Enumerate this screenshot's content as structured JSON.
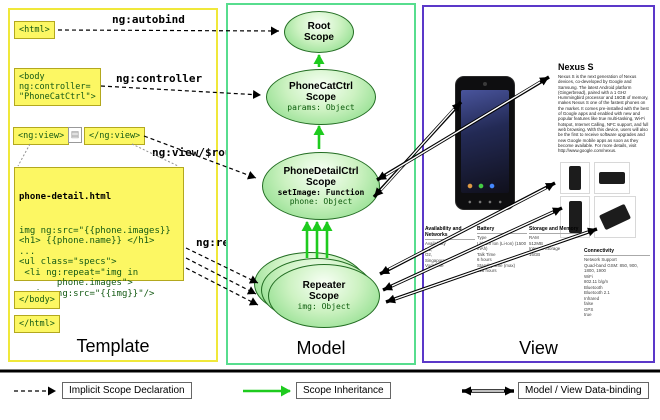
{
  "panels": {
    "template_label": "Template",
    "model_label": "Model",
    "view_label": "View"
  },
  "icons": {
    "document_icon": "▤"
  },
  "template": {
    "autobind_label": "ng:autobind",
    "controller_label": "ng:controller",
    "view_route_label": "ng:view/$route",
    "repeat_label": "ng:repeat",
    "html_open": "<html>",
    "html_close": "</html>",
    "body_open": "<body\nng:controller=\n\"PhoneCatCtrl\">",
    "body_close": "</body>",
    "ng_view_open": "<ng:view>",
    "ng_view_close": "</ng:view>",
    "detail_title": "phone-detail.html",
    "detail_code": "img ng:src=\"{{phone.images}}\n<h1> {{phone.name}} </h1>\n...\n<ul class=\"specs\">\n <li ng:repeat=\"img in\n       phone.images\">\n  <img ng:src=\"{{img}}\"/>\n </li>\n..."
  },
  "model": {
    "root_scope_title": "Root\nScope",
    "phonecat_title": "PhoneCatCtrl\nScope",
    "phonecat_prop": "params: Object",
    "phonedetail_title": "PhoneDetailCtrl\nScope",
    "phonedetail_prop_bold": "setImage: Function",
    "phonedetail_prop": "phone: Object",
    "repeater_title": "Repeater\nScope",
    "repeater_prop": "img: Object"
  },
  "view": {
    "phone_name": "Nexus S",
    "description": "Nexus S is the next generation of Nexus devices, co-developed by Google and Samsung. The latest Android platform (Gingerbread), paired with a 1 GHz Hummingbird processor and 16GB of memory, makes Nexus S one of the fastest phones on the market. It comes pre-installed with the best of Google apps and enabled with new and popular features like true multi-tasking, Wi-Fi hotspot, Internet Calling, NFC support, and full web browsing. With this device, users will also be the first to receive software upgrades and new Google mobile apps as soon as they become available. For more details, visit http://www.google.com/nexus.",
    "specs": [
      {
        "header": "Availability and Networks",
        "body": "Availability\nM1,\nO2,\nSingapore,\nVodafone"
      },
      {
        "header": "Battery",
        "body": "Type\nLithium Ion (Li-Ion) (1500 mAh)\nTalk Time\n6 hours\nStandby time (max)\n428 hours"
      },
      {
        "header": "Storage and Memory",
        "body": "RAM\n512MB\nInternal Storage\n16GB"
      },
      {
        "header": "Connectivity",
        "body": "Network Support\nQuad-band GSM: 850, 900, 1800, 1900\nWiFi\n802.11 b/g/n\nBluetooth\nBluetooth 2.1\nInfrared\nfalse\nGPS\ntrue"
      }
    ]
  },
  "legend": {
    "implicit": "Implicit Scope Declaration",
    "inheritance": "Scope Inheritance",
    "databinding": "Model / View Data-binding"
  },
  "colors": {
    "template_border": "#f0e83a",
    "model_border": "#57dd8e",
    "view_border": "#5b38c9",
    "scope_fill_green": "#7ed87e",
    "inheritance_arrow_green": "#1ecb1e",
    "code_box_yellow": "#fcf763"
  }
}
